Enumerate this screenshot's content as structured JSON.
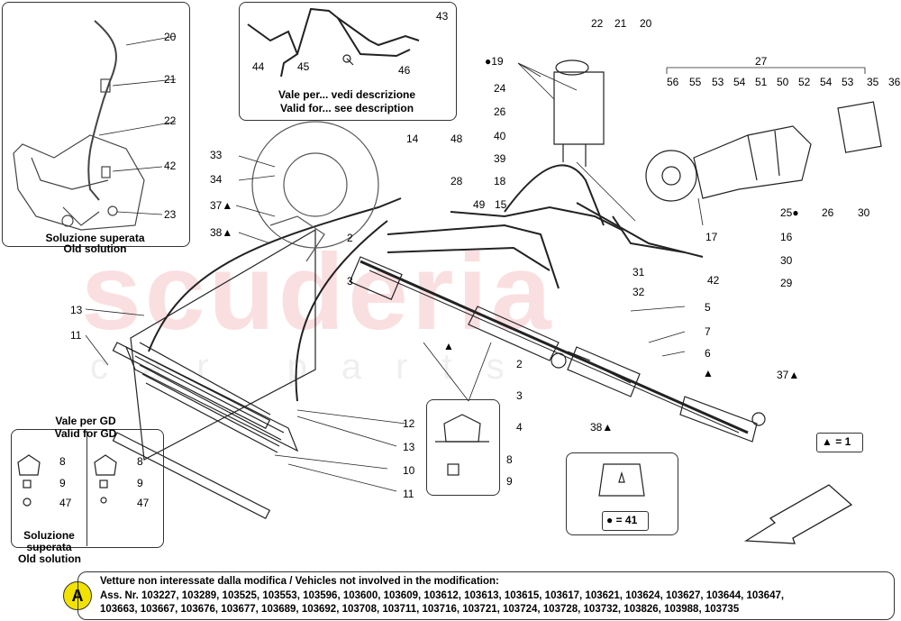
{
  "watermark": {
    "main": "scuderia",
    "sub": "car parts"
  },
  "insets": {
    "old_top_left": {
      "caption_it": "Soluzione superata",
      "caption_en": "Old solution",
      "labels": [
        "20",
        "21",
        "22",
        "42",
        "23"
      ]
    },
    "top_center": {
      "caption_it": "Vale per... vedi descrizione",
      "caption_en": "Valid for... see description",
      "labels": [
        "43",
        "44",
        "45",
        "46"
      ]
    },
    "gd": {
      "title_it": "Vale per GD",
      "title_en": "Valid for GD",
      "labels_left": [
        "8",
        "9",
        "47"
      ],
      "labels_right": [
        "8",
        "9",
        "47"
      ]
    },
    "old_bottom_left": {
      "caption_line1": "Soluzione",
      "caption_line2": "superata",
      "caption_line3": "Old solution"
    },
    "detail": {
      "labels": [
        "8",
        "9"
      ]
    },
    "ferrari_kit": {
      "legend": "= 41"
    }
  },
  "legend_triangle": "= 1",
  "labels": {
    "n22": "22",
    "n21": "21",
    "n20": "20",
    "n19": "19",
    "n24": "24",
    "n26a": "26",
    "n40": "40",
    "n39": "39",
    "n18": "18",
    "n14": "14",
    "n48": "48",
    "n28": "28",
    "n49": "49",
    "n15": "15",
    "n33": "33",
    "n34": "34",
    "n37a": "37",
    "n38a": "38",
    "n2a": "2",
    "n3a": "3",
    "n13a": "13",
    "n11a": "11",
    "n27": "27",
    "n56": "56",
    "n55": "55",
    "n53a": "53",
    "n54a": "54",
    "n51": "51",
    "n50": "50",
    "n52": "52",
    "n54b": "54",
    "n53b": "53",
    "n35": "35",
    "n36": "36",
    "n17": "17",
    "n16": "16",
    "n25": "25",
    "n26b": "26",
    "n30a": "30",
    "n30b": "30",
    "n29": "29",
    "n42": "42",
    "n31": "31",
    "n32": "32",
    "n5": "5",
    "n7": "7",
    "n6": "6",
    "n2b": "2",
    "n3b": "3",
    "n4": "4",
    "n38b": "38",
    "n37b": "37",
    "n12": "12",
    "n13b": "13",
    "n10": "10",
    "n11b": "11"
  },
  "note": {
    "badge": "A",
    "line1": "Vetture non interessate dalla modifica / Vehicles not involved in the modification:",
    "line2": "Ass. Nr. 103227, 103289, 103525, 103553, 103596, 103600, 103609, 103612, 103613, 103615, 103617, 103621, 103624, 103627, 103644, 103647,",
    "line3": "103663, 103667, 103676, 103677, 103689, 103692, 103708, 103711, 103716, 103721, 103724, 103728, 103732, 103826, 103988, 103735"
  },
  "colors": {
    "badge": "#f2e200",
    "watermark": "#e6505a"
  }
}
